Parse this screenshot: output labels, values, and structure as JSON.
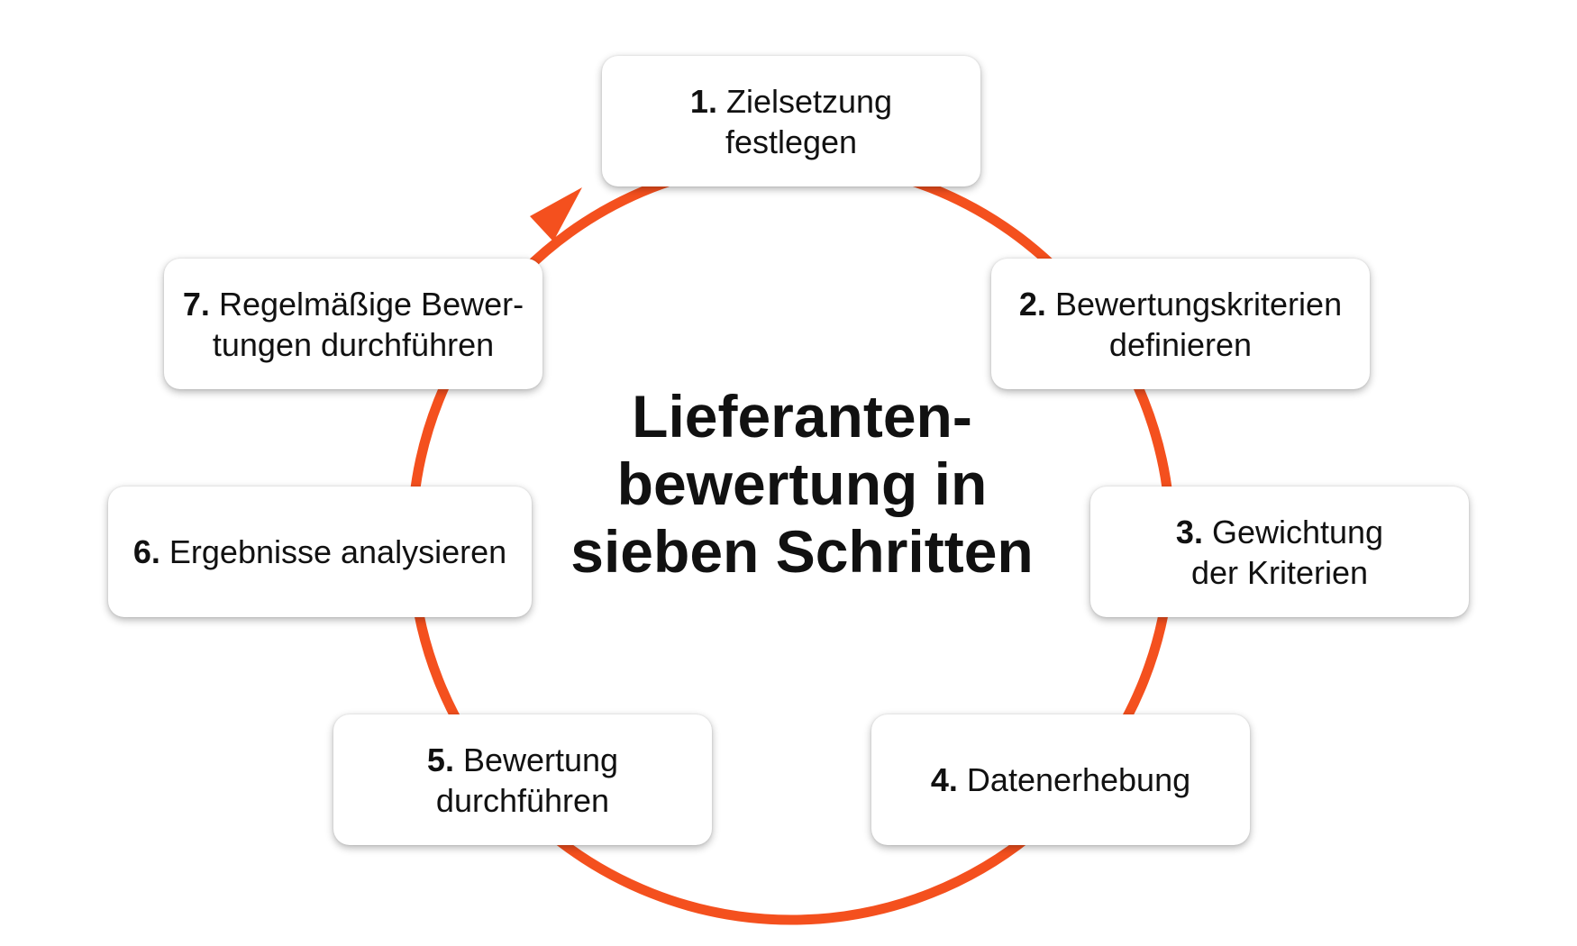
{
  "diagram": {
    "title": "Lieferanten-\nbewertung in\nsieben Schritten",
    "accent_color": "#F4501E",
    "steps": [
      {
        "number": "1.",
        "text": "Zielsetzung\nfestlegen"
      },
      {
        "number": "2.",
        "text": "Bewertungskriterien\ndefinieren"
      },
      {
        "number": "3.",
        "text": "Gewichtung\nder Kriterien"
      },
      {
        "number": "4.",
        "text": "Datenerhebung"
      },
      {
        "number": "5.",
        "text": "Bewertung\ndurchführen"
      },
      {
        "number": "6.",
        "text": "Ergebnisse analysieren"
      },
      {
        "number": "7.",
        "text": "Regelmäßige Bewer-\ntungen durchführen"
      }
    ],
    "arrow_icon": "arrowhead-icon"
  }
}
